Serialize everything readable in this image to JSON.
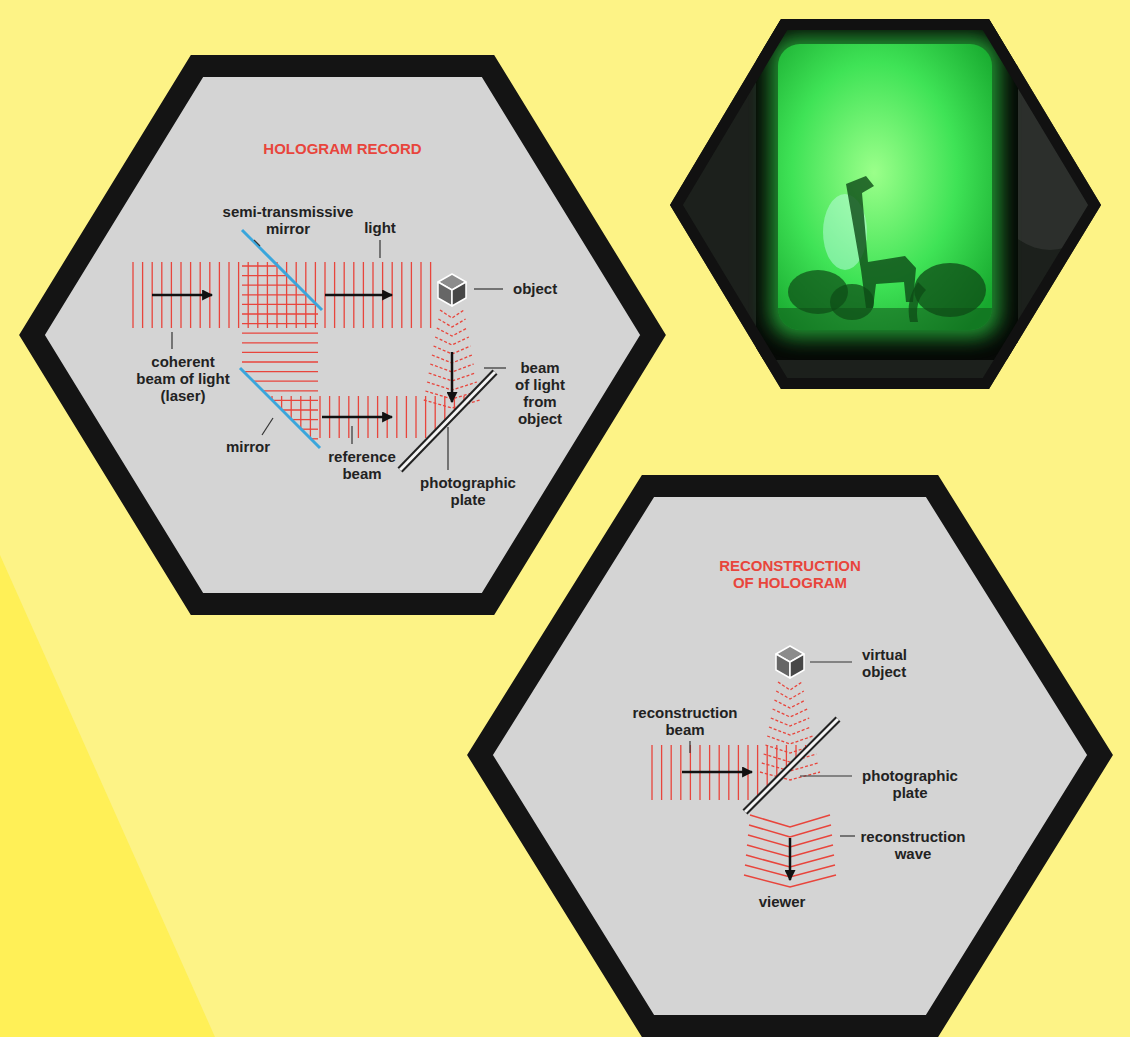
{
  "diagram": {
    "nodes": [
      {
        "text": [
          "HOLOGRAM RECORD"
        ]
      },
      {
        "text": [
          "RECONSTRUCTION OF HOLOGRAM"
        ]
      }
    ],
    "labels": [
      "semi-transmissive mirror",
      "light",
      "object",
      "beam of light from object",
      "coherent beam of light (laser)",
      "mirror",
      "reference beam",
      "photographic plate",
      "virtual object",
      "reconstruction beam",
      "photographic plate",
      "reconstruction wave",
      "viewer"
    ]
  }
}
